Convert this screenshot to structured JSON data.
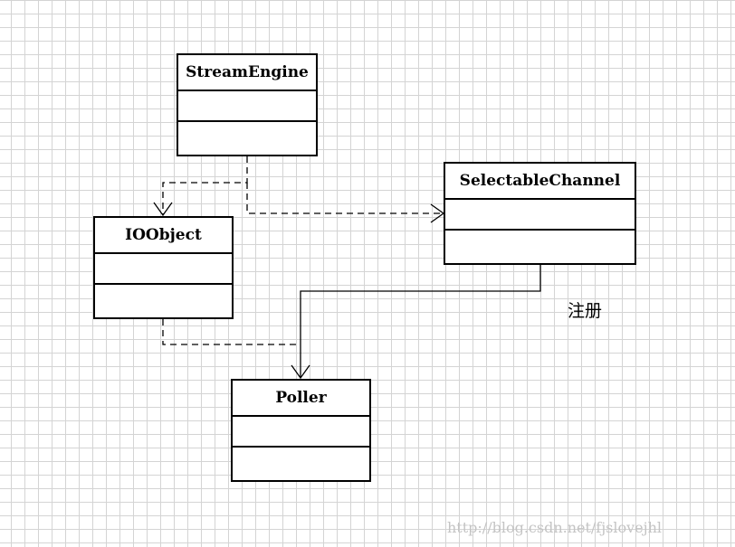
{
  "classes": {
    "stream_engine": "StreamEngine",
    "selectable_channel": "SelectableChannel",
    "io_object": "IOObject",
    "poller": "Poller"
  },
  "edges": [
    {
      "from": "StreamEngine",
      "to": "IOObject",
      "style": "dashed",
      "kind": "dependency"
    },
    {
      "from": "StreamEngine",
      "to": "SelectableChannel",
      "style": "dashed",
      "kind": "dependency"
    },
    {
      "from": "IOObject",
      "to": "Poller",
      "style": "dashed",
      "kind": "dependency"
    },
    {
      "from": "SelectableChannel",
      "to": "Poller",
      "style": "solid",
      "kind": "association",
      "label": "注册"
    }
  ],
  "registration_label": "注册",
  "watermark": "http://blog.csdn.net/fjslovejhl",
  "colors": {
    "background": "#ffffff",
    "grid": "#d4d4d4",
    "lines": "#000000",
    "watermark": "#c4c4c4"
  }
}
